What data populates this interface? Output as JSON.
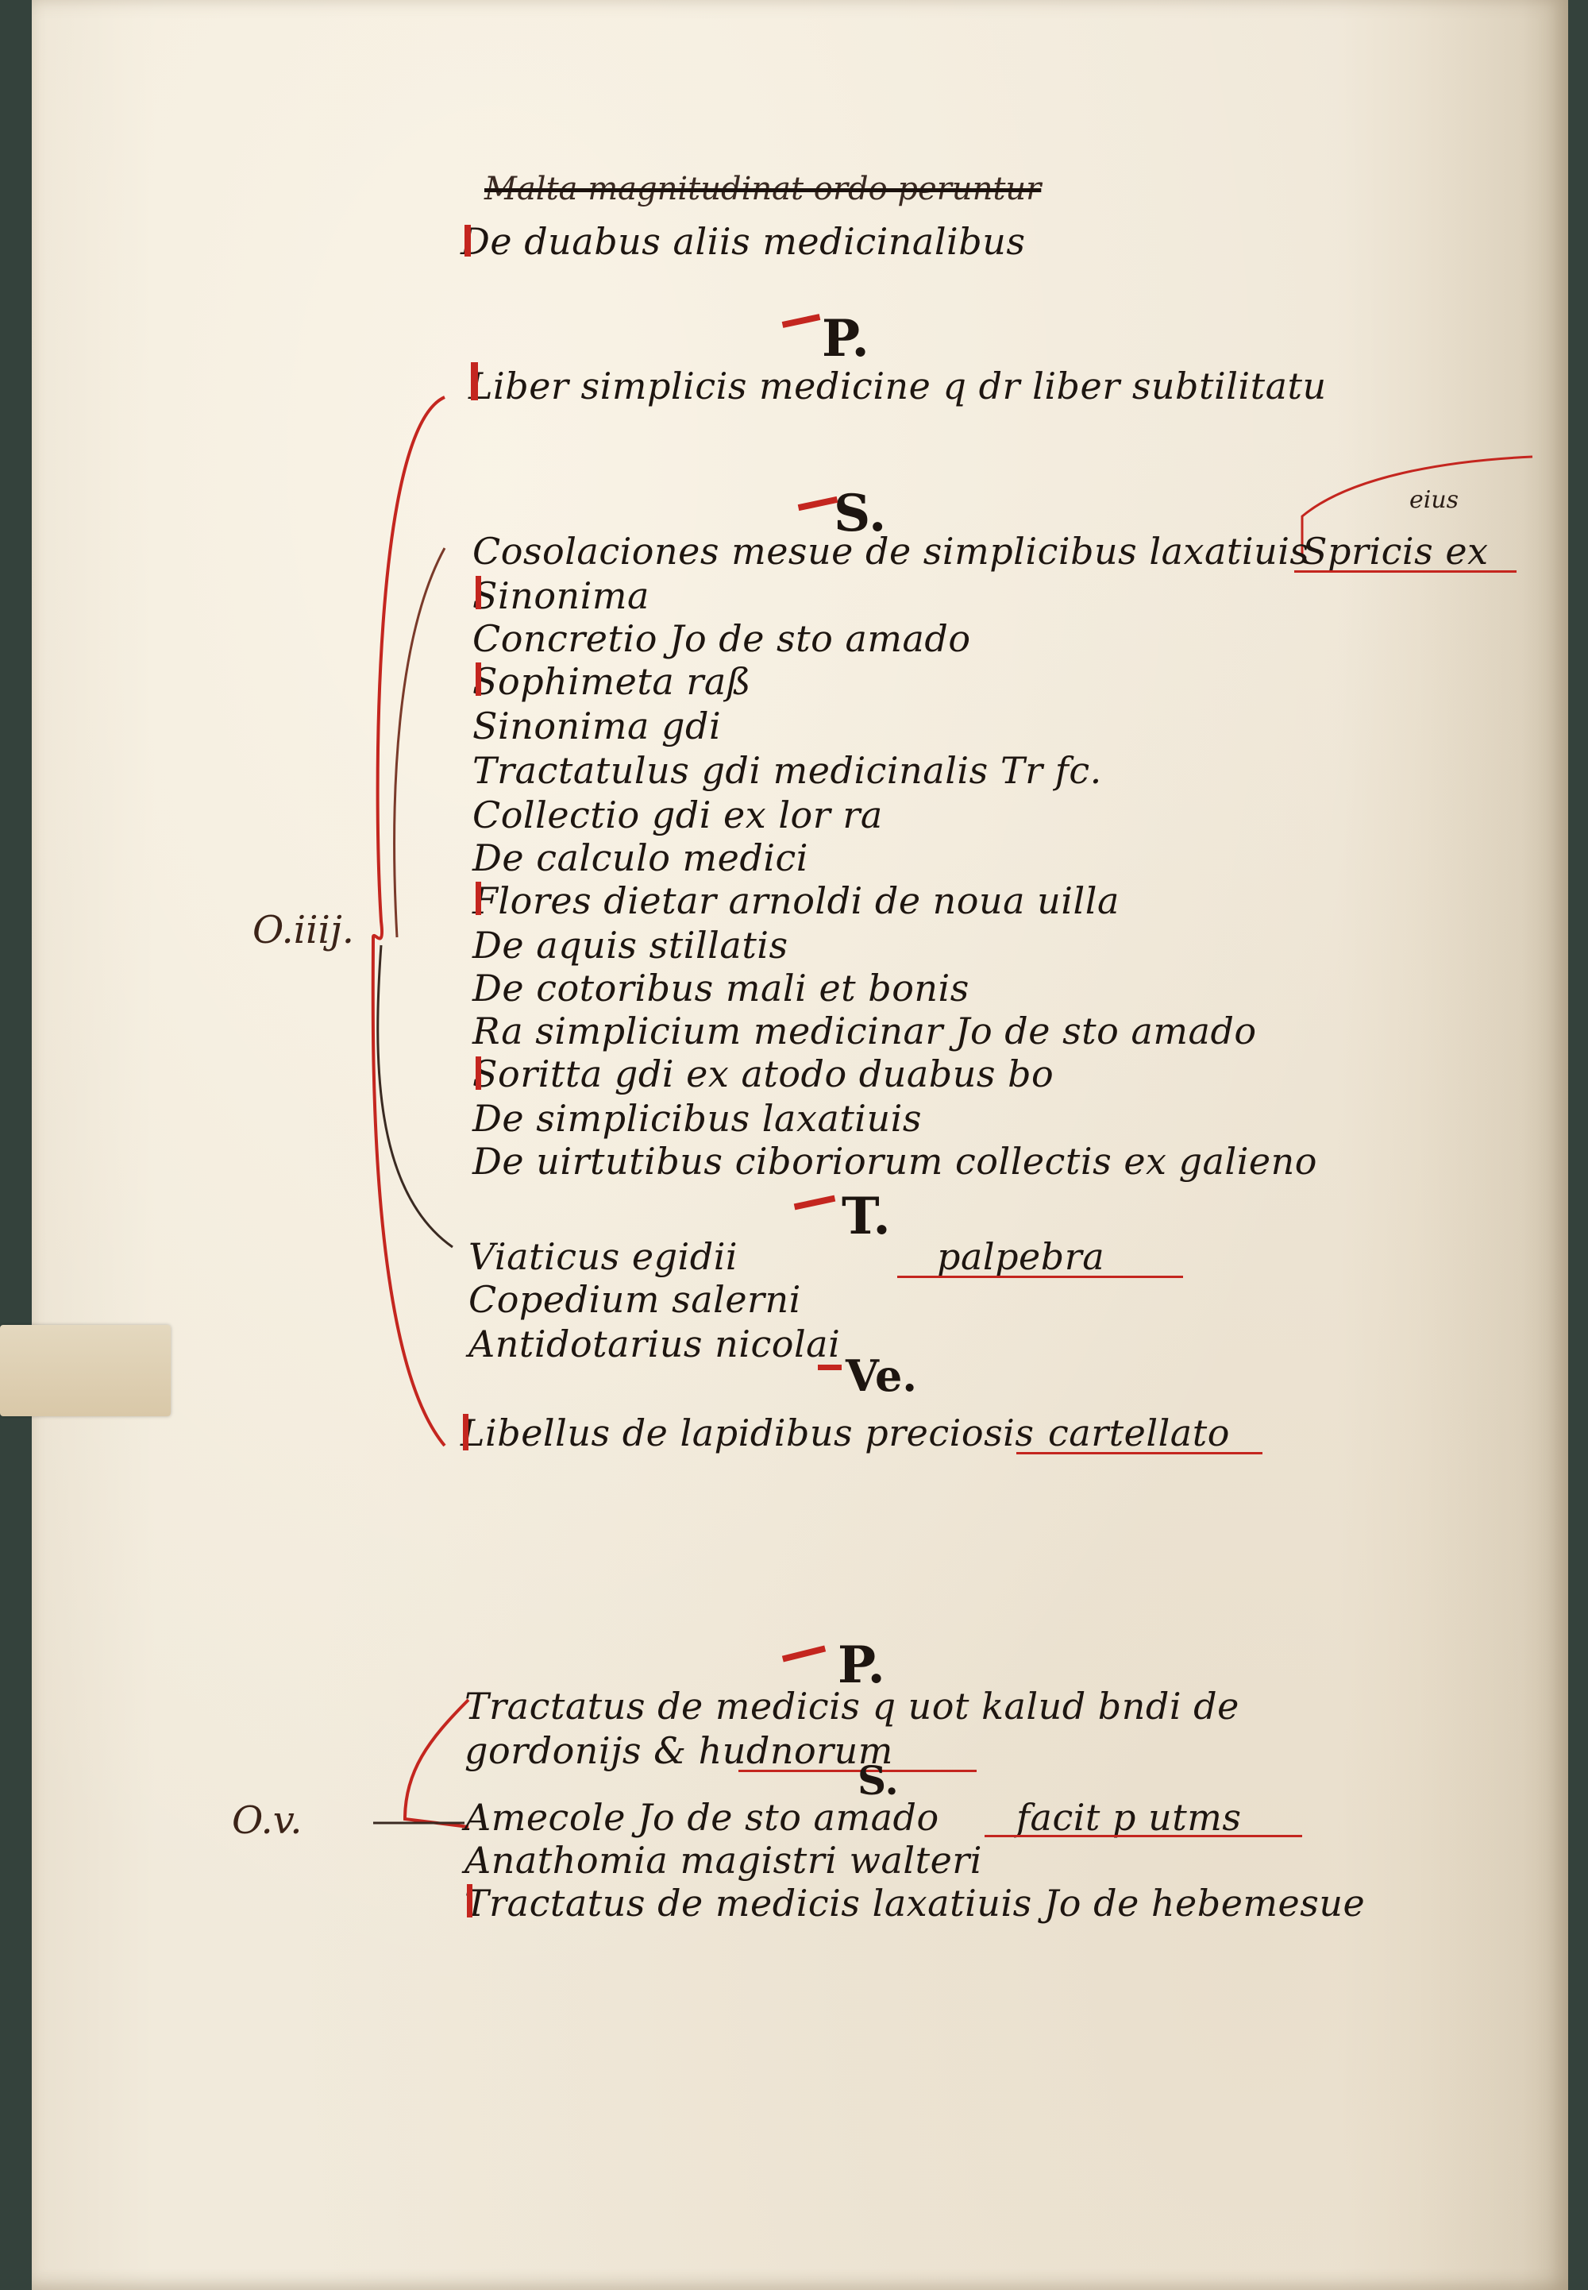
{
  "top": {
    "struck_line": "Malta magnitudinat ordo peruntur",
    "line1": "De duabus aliis medicinalibus"
  },
  "section_P1": {
    "heading": "P.",
    "lines": [
      "Liber simplicis medicine q dr liber subtilitatu"
    ]
  },
  "section_S1": {
    "heading": "S.",
    "margin_note": "eius",
    "lines": [
      "Cosolaciones mesue de simplicibus laxatiuis",
      "Sinonima",
      "Concretio Jo de sto amado",
      "Sophimeta raß",
      "Sinonima gdi",
      "Tractatulus gdi medicinalis",
      "Collectio gdi ex lor ra",
      "De calculo medici",
      "Flores dietar arnoldi de noua uilla",
      "De aquis stillatis",
      "De cotoribus mali et bonis",
      "Ra simplicium medicinar Jo de sto amado",
      "Soritta gdi ex atodo duabus bo",
      "De simplicibus laxatiuis",
      "De uirtutibus ciboriorum collectis ex galieno"
    ],
    "side_notes": [
      "Spricis ex",
      "Tr fc."
    ]
  },
  "section_T1": {
    "heading": "T.",
    "lines": [
      "Viaticus egidii",
      "Copedium salerni",
      "Antidotarius nicolai"
    ],
    "side_note": "palpebra"
  },
  "section_Ve": {
    "heading": "Ve.",
    "lines": [
      "Libellus de lapidibus preciosis"
    ],
    "side_note": "cartellato"
  },
  "shelf_mark_1": "O.iiij.",
  "section_P2": {
    "heading": "P.",
    "lines": [
      "Tractatus de medicis q uot kalud bndi de",
      "gordonijs   & hudnorum"
    ]
  },
  "section_S2": {
    "heading": "S.",
    "lines": [
      "Amecole Jo de sto amado",
      "Anathomia magistri walteri",
      "Tractatus de medicis laxatiuis Jo de hebemesue"
    ],
    "side_note": "facit p utms"
  },
  "shelf_mark_2": "O.v."
}
